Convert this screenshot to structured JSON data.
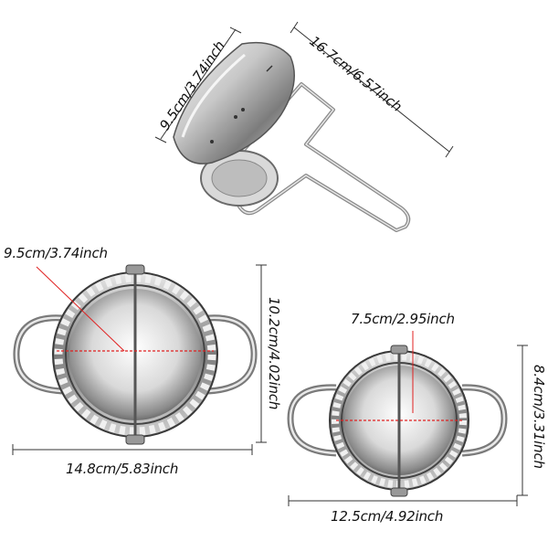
{
  "cutter": {
    "height_label": "9.5cm/3.74inch",
    "length_label": "16.7cm/6.57inch"
  },
  "large_mold": {
    "diameter_label": "9.5cm/3.74inch",
    "height_label": "10.2cm/4.02inch",
    "width_label": "14.8cm/5.83inch"
  },
  "small_mold": {
    "diameter_label": "7.5cm/2.95inch",
    "height_label": "8.4cm/3.31inch",
    "width_label": "12.5cm/4.92inch"
  },
  "colors": {
    "steel_light": "#f2f2f2",
    "steel_mid": "#b8b8b8",
    "steel_dark": "#5a5a5a",
    "measure_red": "#e02020"
  }
}
